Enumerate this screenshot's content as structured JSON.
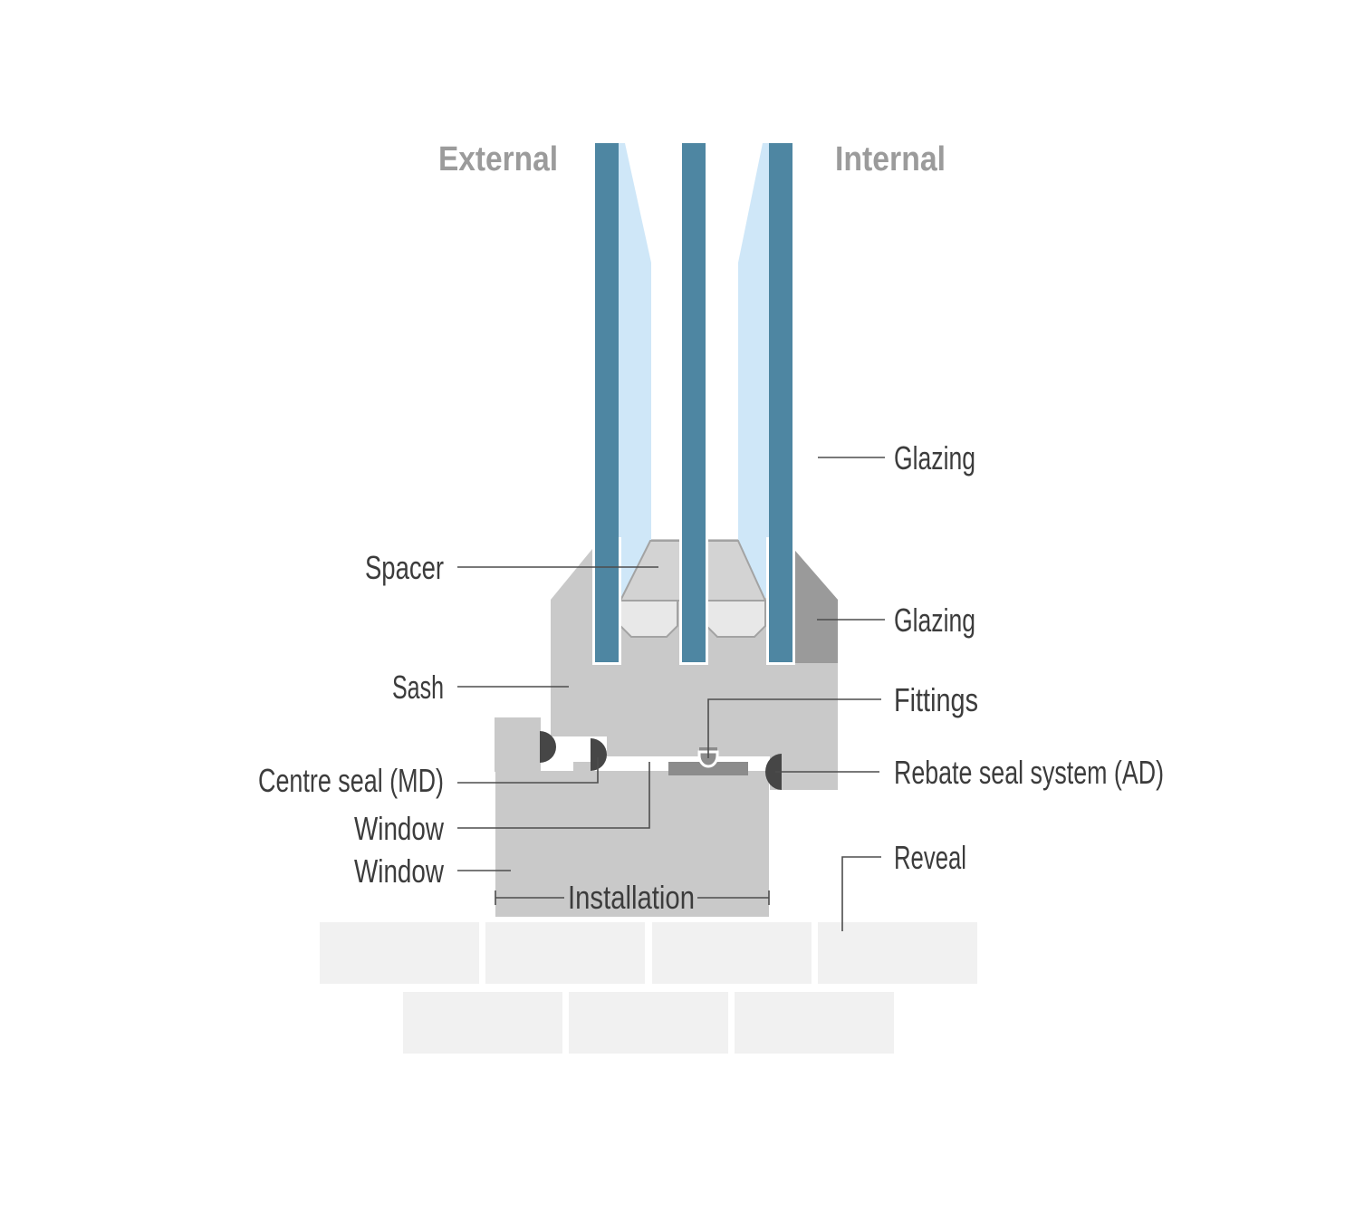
{
  "title": "Window cross-section diagram",
  "colors": {
    "background": "#ffffff",
    "glass": "#4e86a2",
    "tint": "#cfe7f8",
    "sash": "#c9c9c9",
    "bead": "#9a9a9a",
    "spacer_face": "#d3d3d3",
    "spacer_core": "#e8e8e8",
    "spacer_stroke": "#a3a3a3",
    "seal": "#464646",
    "fitting": "#8c8c8c",
    "brick": "#f1f1f1",
    "label": "#3c3c3c",
    "side_label": "#9b9b9b",
    "leader": "#4d4d4d"
  },
  "side_labels": {
    "external": "External",
    "internal": "Internal"
  },
  "labels": {
    "glazing_top": "Glazing",
    "spacer": "Spacer",
    "glazing_bead": "Glazing",
    "sash": "Sash",
    "fittings": "Fittings",
    "centre_seal": "Centre seal (MD)",
    "rebate_seal": "Rebate seal system (AD)",
    "window_frame": "Window",
    "window_body": "Window",
    "installation": "Installation",
    "reveal": "Reveal"
  }
}
